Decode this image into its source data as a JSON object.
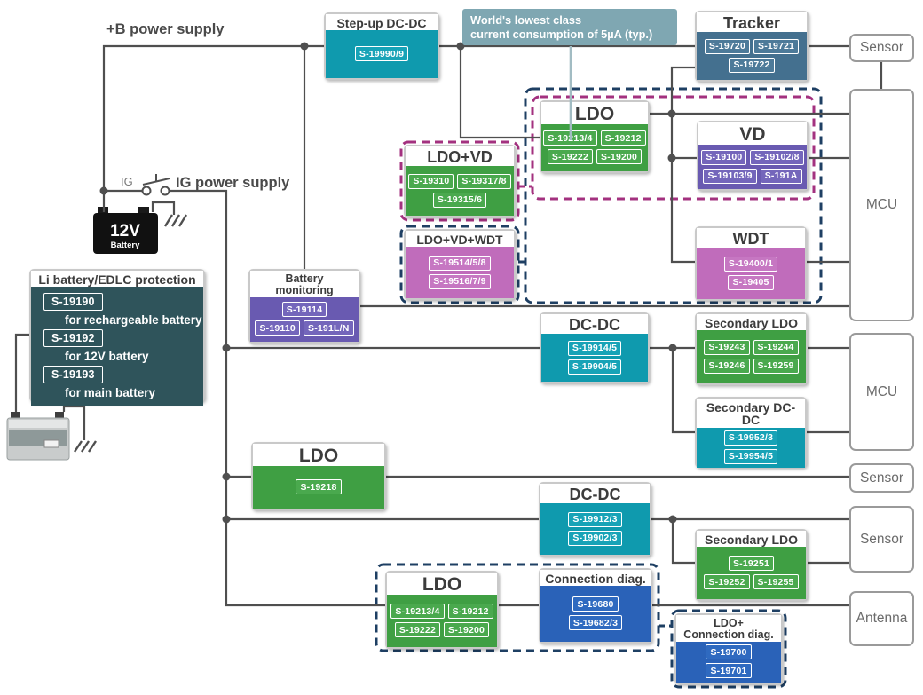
{
  "labels": {
    "b_power": "+B power supply",
    "ig_power": "IG power supply",
    "ig_switch": "IG",
    "battery_12v": "12V",
    "battery_12v_sub": "Battery"
  },
  "callout": {
    "line1": "World's lowest class",
    "line2": "current consumption of 5µA (typ.)"
  },
  "boxes": {
    "stepup": {
      "title": "Step-up DC-DC",
      "parts": [
        "S-19990/9"
      ]
    },
    "tracker": {
      "title": "Tracker",
      "parts": [
        "S-19720",
        "S-19721",
        "S-19722"
      ]
    },
    "ldo_top": {
      "title": "LDO",
      "parts": [
        "S-19213/4",
        "S-19212",
        "S-19222",
        "S-19200"
      ]
    },
    "vd": {
      "title": "VD",
      "parts": [
        "S-19100",
        "S-19102/8",
        "S-19103/9",
        "S-191A"
      ]
    },
    "ldo_vd": {
      "title": "LDO+VD",
      "parts": [
        "S-19310",
        "S-19317/8",
        "S-19315/6"
      ]
    },
    "ldo_vd_wdt": {
      "title": "LDO+VD+WDT",
      "parts": [
        "S-19514/5/8",
        "S-19516/7/9"
      ]
    },
    "wdt": {
      "title": "WDT",
      "parts": [
        "S-19400/1",
        "S-19405"
      ]
    },
    "batmon": {
      "title1": "Battery",
      "title2": "monitoring",
      "parts": [
        "S-19114",
        "S-19110",
        "S-191L/N"
      ]
    },
    "liprot": {
      "title": "Li battery/EDLC protection",
      "entries": [
        {
          "part": "S-19190",
          "desc": "for rechargeable battery"
        },
        {
          "part": "S-19192",
          "desc": "for 12V battery"
        },
        {
          "part": "S-19193",
          "desc": "for main battery"
        }
      ]
    },
    "dcdc1": {
      "title": "DC-DC",
      "parts": [
        "S-19914/5",
        "S-19904/5"
      ]
    },
    "sec_ldo1": {
      "title": "Secondary LDO",
      "parts": [
        "S-19243",
        "S-19244",
        "S-19246",
        "S-19259"
      ]
    },
    "sec_dcdc": {
      "title": "Secondary DC-DC",
      "parts": [
        "S-19952/3",
        "S-19954/5"
      ]
    },
    "ldo_mid": {
      "title": "LDO",
      "parts": [
        "S-19218"
      ]
    },
    "dcdc2": {
      "title": "DC-DC",
      "parts": [
        "S-19912/3",
        "S-19902/3"
      ]
    },
    "sec_ldo2": {
      "title": "Secondary LDO",
      "parts": [
        "S-19251",
        "S-19252",
        "S-19255"
      ]
    },
    "ldo_bottom": {
      "title": "LDO",
      "parts": [
        "S-19213/4",
        "S-19212",
        "S-19222",
        "S-19200"
      ]
    },
    "conn_diag": {
      "title": "Connection diag.",
      "parts": [
        "S-19680",
        "S-19682/3"
      ]
    },
    "ldo_conn": {
      "title1": "LDO+",
      "title2": "Connection diag.",
      "parts": [
        "S-19700",
        "S-19701"
      ]
    }
  },
  "right_column": [
    {
      "label": "Sensor"
    },
    {
      "label": "MCU"
    },
    {
      "label": "MCU"
    },
    {
      "label": "Sensor"
    },
    {
      "label": "Sensor"
    },
    {
      "label": "Antenna"
    }
  ],
  "colors": {
    "teal": "#0F9AAE",
    "green": "#3F9F43",
    "purple": "#695AB1",
    "pink": "#C06CBB",
    "steel_blue": "#44708F",
    "blue": "#2A62B8",
    "dark_teal": "#2F545B",
    "callout_bg": "#7FA7B2",
    "dashed_navy": "#1E3F63",
    "dashed_magenta": "#A3317F",
    "wire": "#4F4F4F"
  }
}
